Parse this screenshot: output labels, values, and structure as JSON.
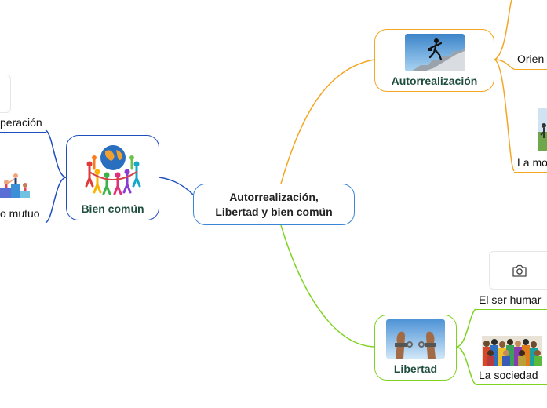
{
  "central": {
    "line1": "Autorrealización,",
    "line2": "Libertad y bien común"
  },
  "branches": {
    "autorrealizacion": {
      "label": "Autorrealización",
      "color": "#f5a623"
    },
    "libertad": {
      "label": "Libertad",
      "color": "#7ed321"
    },
    "bien_comun": {
      "label": "Bien común",
      "color": "#1f4fbf"
    }
  },
  "leaves": {
    "orien": "Orien",
    "la_mo": "La mo",
    "el_ser_humano": "El ser humar",
    "la_sociedad": "La sociedad",
    "cooperacion": "peración",
    "apoyo_mutuo": "o mutuo"
  },
  "icons": {
    "camera": "camera-icon"
  }
}
